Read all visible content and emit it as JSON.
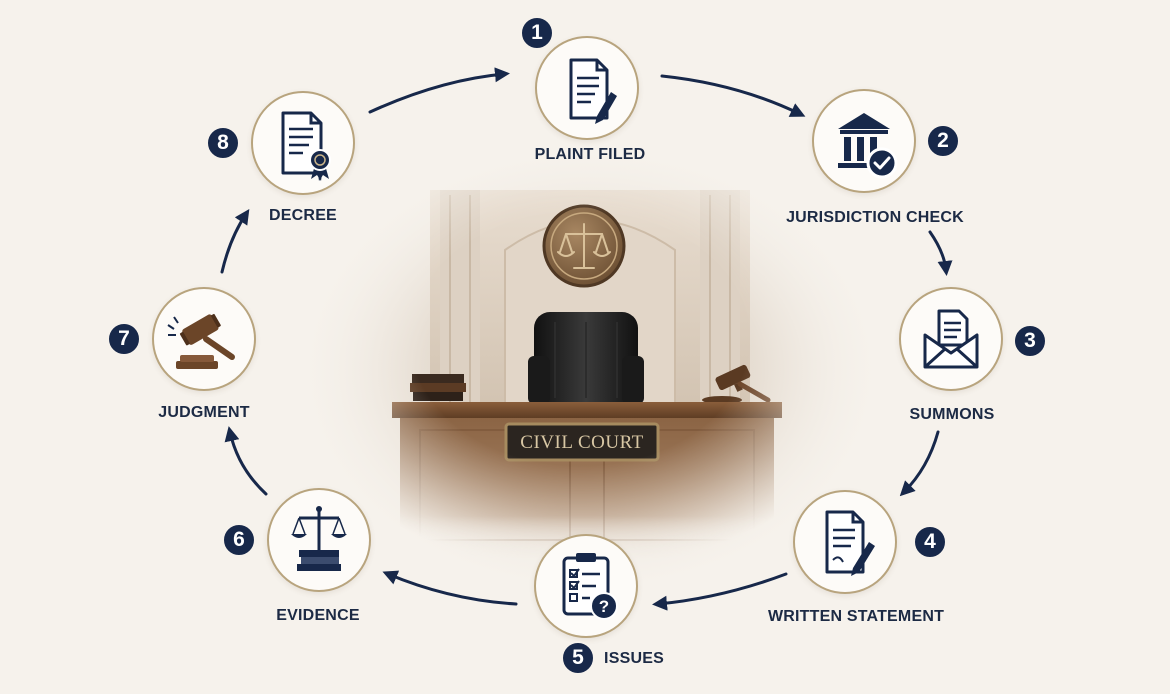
{
  "center": {
    "nameplate": "CIVIL COURT",
    "icon": "scales-emblem"
  },
  "steps": [
    {
      "number": "1",
      "label": "PLAINT FILED",
      "icon": "document-pen-icon"
    },
    {
      "number": "2",
      "label": "JURISDICTION CHECK",
      "icon": "courthouse-check-icon"
    },
    {
      "number": "3",
      "label": "SUMMONS",
      "icon": "envelope-letter-icon"
    },
    {
      "number": "4",
      "label": "WRITTEN STATEMENT",
      "icon": "document-pen-icon"
    },
    {
      "number": "5",
      "label": "ISSUES",
      "icon": "clipboard-question-icon"
    },
    {
      "number": "6",
      "label": "EVIDENCE",
      "icon": "scales-books-icon"
    },
    {
      "number": "7",
      "label": "JUDGMENT",
      "icon": "gavel-icon"
    },
    {
      "number": "8",
      "label": "DECREE",
      "icon": "certificate-seal-icon"
    }
  ],
  "colors": {
    "navy": "#17284a",
    "gold": "#b8a47e",
    "background": "#f6f2ec",
    "wood": "#6e4a2e"
  }
}
